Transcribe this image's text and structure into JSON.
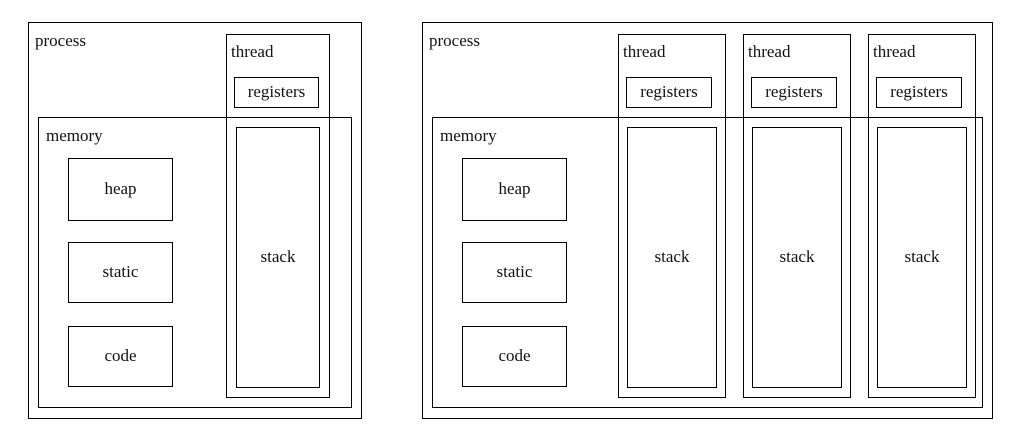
{
  "colors": {
    "line": "#000000",
    "background": "#ffffff",
    "text": "#111111"
  },
  "left": {
    "process_label": "process",
    "memory_label": "memory",
    "blocks": [
      {
        "label": "heap"
      },
      {
        "label": "static"
      },
      {
        "label": "code"
      }
    ],
    "threads": [
      {
        "label": "thread",
        "registers_label": "registers",
        "stack_label": "stack"
      }
    ]
  },
  "right": {
    "process_label": "process",
    "memory_label": "memory",
    "blocks": [
      {
        "label": "heap"
      },
      {
        "label": "static"
      },
      {
        "label": "code"
      }
    ],
    "threads": [
      {
        "label": "thread",
        "registers_label": "registers",
        "stack_label": "stack"
      },
      {
        "label": "thread",
        "registers_label": "registers",
        "stack_label": "stack"
      },
      {
        "label": "thread",
        "registers_label": "registers",
        "stack_label": "stack"
      }
    ]
  }
}
